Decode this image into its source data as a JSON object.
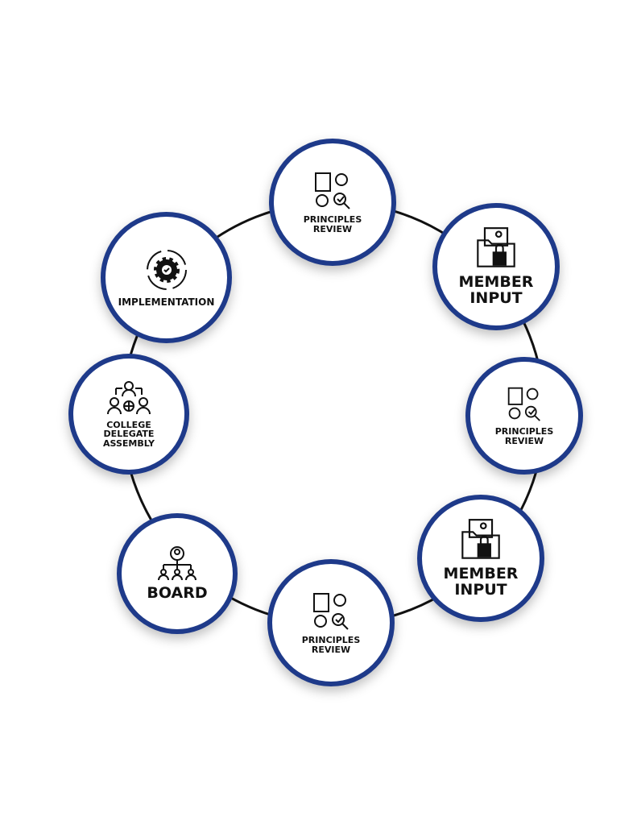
{
  "colors": {
    "border": "#1e3a8a",
    "ring": "#111111"
  },
  "nodes": [
    {
      "id": "principles-review-1",
      "label": "PRINCIPLES\nREVIEW",
      "icon": "principles-review-icon"
    },
    {
      "id": "member-input-1",
      "label": "MEMBER\nINPUT",
      "icon": "folder-lock-icon"
    },
    {
      "id": "principles-review-2",
      "label": "PRINCIPLES\nREVIEW",
      "icon": "principles-review-icon"
    },
    {
      "id": "member-input-2",
      "label": "MEMBER\nINPUT",
      "icon": "folder-lock-icon"
    },
    {
      "id": "principles-review-3",
      "label": "PRINCIPLES\nREVIEW",
      "icon": "principles-review-icon"
    },
    {
      "id": "board",
      "label": "BOARD",
      "icon": "org-chart-icon"
    },
    {
      "id": "college-delegate-assembly",
      "label": "COLLEGE\nDELEGATE\nASSEMBLY",
      "icon": "delegates-globe-icon"
    },
    {
      "id": "implementation",
      "label": "IMPLEMENTATION",
      "icon": "gear-cycle-icon"
    }
  ]
}
